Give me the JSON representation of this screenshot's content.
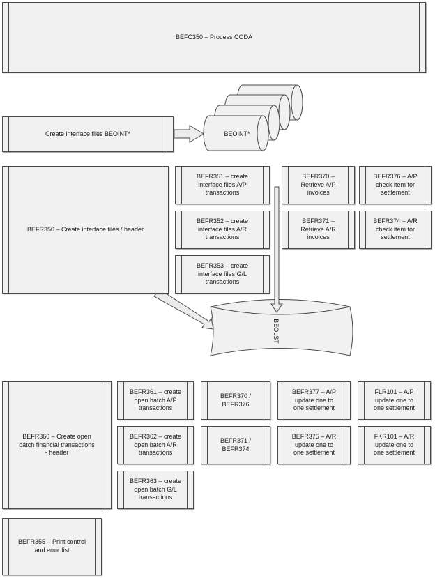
{
  "boxes": {
    "befc350": "BEFC350 – Process CODA",
    "create_interface": "Create interface files BEOINT*",
    "befr350": "BEFR350 – Create interface files / header",
    "befr351": "BEFR351 – create\ninterface files A/P\ntransactions",
    "befr352": "BEFR352 – create\ninterface files A/R\ntransactions",
    "befr353": "BEFR353 – create\ninterface files G/L\ntransactions",
    "befr370": "BEFR370 –\nRetrieve A/P\ninvoices",
    "befr371": "BEFR371 –\nRetrieve A/R\ninvoices",
    "befr376": "BEFR376 – A/P\ncheck item for\nsettlement",
    "befr374": "BEFR374 – A/R\ncheck item for\nsettlement",
    "befr360": "BEFR360 – Create open\nbatch financial transactions\n- header",
    "befr361": "BEFR361 – create\nopen batch A/P\ntransactions",
    "befr362": "BEFR362 – create\nopen batch A/R\ntransactions",
    "befr363": "BEFR363 – create\nopen batch G/L\ntransactions",
    "befr370_376": "BEFR370 /\nBEFR376",
    "befr371_374": "BEFR371 /\nBEFR374",
    "befr377": "BEFR377 – A/P\nupdate one to\none settlement",
    "befr375": "BEFR375 – A/R\nupdate one to\none settlement",
    "flr101": "FLR101 – A/P\nupdate one to\none settlement",
    "fkr101": "FKR101 – A/R\nupdate one to\none settlement",
    "befr355": "BEFR355 – Print control\nand error list"
  },
  "stores": {
    "beoint": "BEOINT*",
    "beolst": "BEOLST"
  }
}
